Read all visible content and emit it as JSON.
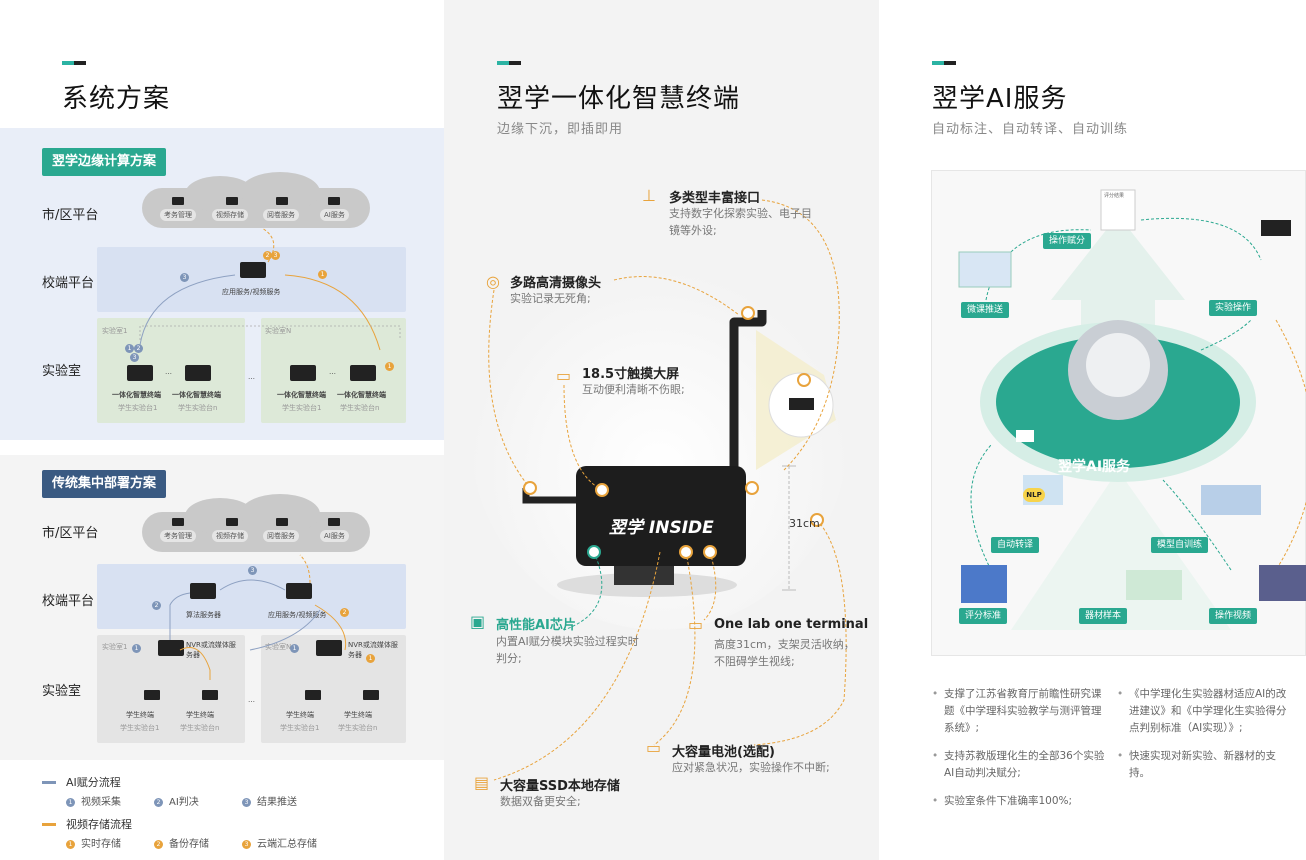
{
  "col1": {
    "title": "系统方案",
    "edge": {
      "tag": "翌学边缘计算方案",
      "levels": [
        "市/区平台",
        "校端平台",
        "实验室"
      ],
      "cloud_services": [
        "考务管理",
        "视频存储",
        "阅卷服务",
        "AI服务"
      ],
      "center_label": "应用服务/视频服务",
      "lab1": "实验室1",
      "labN": "实验室N",
      "terminal": "一体化智慧终端",
      "desk1": "学生实验台1",
      "deskN": "学生实验台n",
      "ellipsis": "…"
    },
    "central": {
      "tag": "传统集中部署方案",
      "levels": [
        "市/区平台",
        "校端平台",
        "实验室"
      ],
      "cloud_services": [
        "考务管理",
        "视频存储",
        "阅卷服务",
        "AI服务"
      ],
      "algo_label": "算法服务器",
      "app_label": "应用服务/视频服务",
      "nvr_label": "NVR或流媒体服务器",
      "lab1": "实验室1",
      "labN": "实验室N",
      "student_terminal": "学生终端",
      "desk1": "学生实验台1",
      "deskN": "学生实验台n",
      "ellipsis": "…"
    },
    "legend": {
      "ai_flow": "AI赋分流程",
      "ai_steps": [
        "视频采集",
        "AI判决",
        "结果推送"
      ],
      "storage_flow": "视频存储流程",
      "storage_steps": [
        "实时存储",
        "备份存储",
        "云端汇总存储"
      ],
      "ai_color": "#7e95b8",
      "storage_color": "#e8a33c"
    }
  },
  "col2": {
    "title": "翌学一体化智慧终端",
    "subtitle": "边缘下沉，即插即用",
    "brand": "翌学 INSIDE",
    "height_label": "31cm",
    "features": [
      {
        "title": "多类型丰富接口",
        "desc": "支持数字化探索实验、电子目镜等外设;"
      },
      {
        "title": "多路高清摄像头",
        "desc": "实验记录无死角;"
      },
      {
        "title": "18.5寸触摸大屏",
        "desc": "互动便利清晰不伤眼;"
      },
      {
        "title": "高性能AI芯片",
        "desc": "内置AI赋分模块实验过程实时判分;"
      },
      {
        "title": "One lab one terminal",
        "desc": "高度31cm，支架灵活收纳，不阻碍学生视线;"
      },
      {
        "title": "大容量电池(选配)",
        "desc": "应对紧急状况，实验操作不中断;"
      },
      {
        "title": "大容量SSD本地存储",
        "desc": "数据双备更安全;"
      }
    ]
  },
  "col3": {
    "title": "翌学AI服务",
    "subtitle": "自动标注、自动转译、自动训练",
    "center": "翌学AI服务",
    "nodes": [
      "操作赋分",
      "微课推送",
      "实验操作",
      "自动转译",
      "模型自训练",
      "评分标准",
      "器材样本",
      "操作视频"
    ],
    "nlp": "NLP",
    "sheet_title": "评分结果",
    "bullets": [
      "支撑了江苏省教育厅前瞻性研究课题《中学理科实验教学与测评管理系统》;",
      "《中学理化生实验器材适应AI的改进建议》和《中学理化生实验得分点判别标准（AI实现）》;",
      "支持苏教版理化生的全部36个实验AI自动判决赋分;",
      "快速实现对新实验、新器材的支持。",
      "实验室条件下准确率100%;"
    ],
    "accent": "#2aa890"
  }
}
